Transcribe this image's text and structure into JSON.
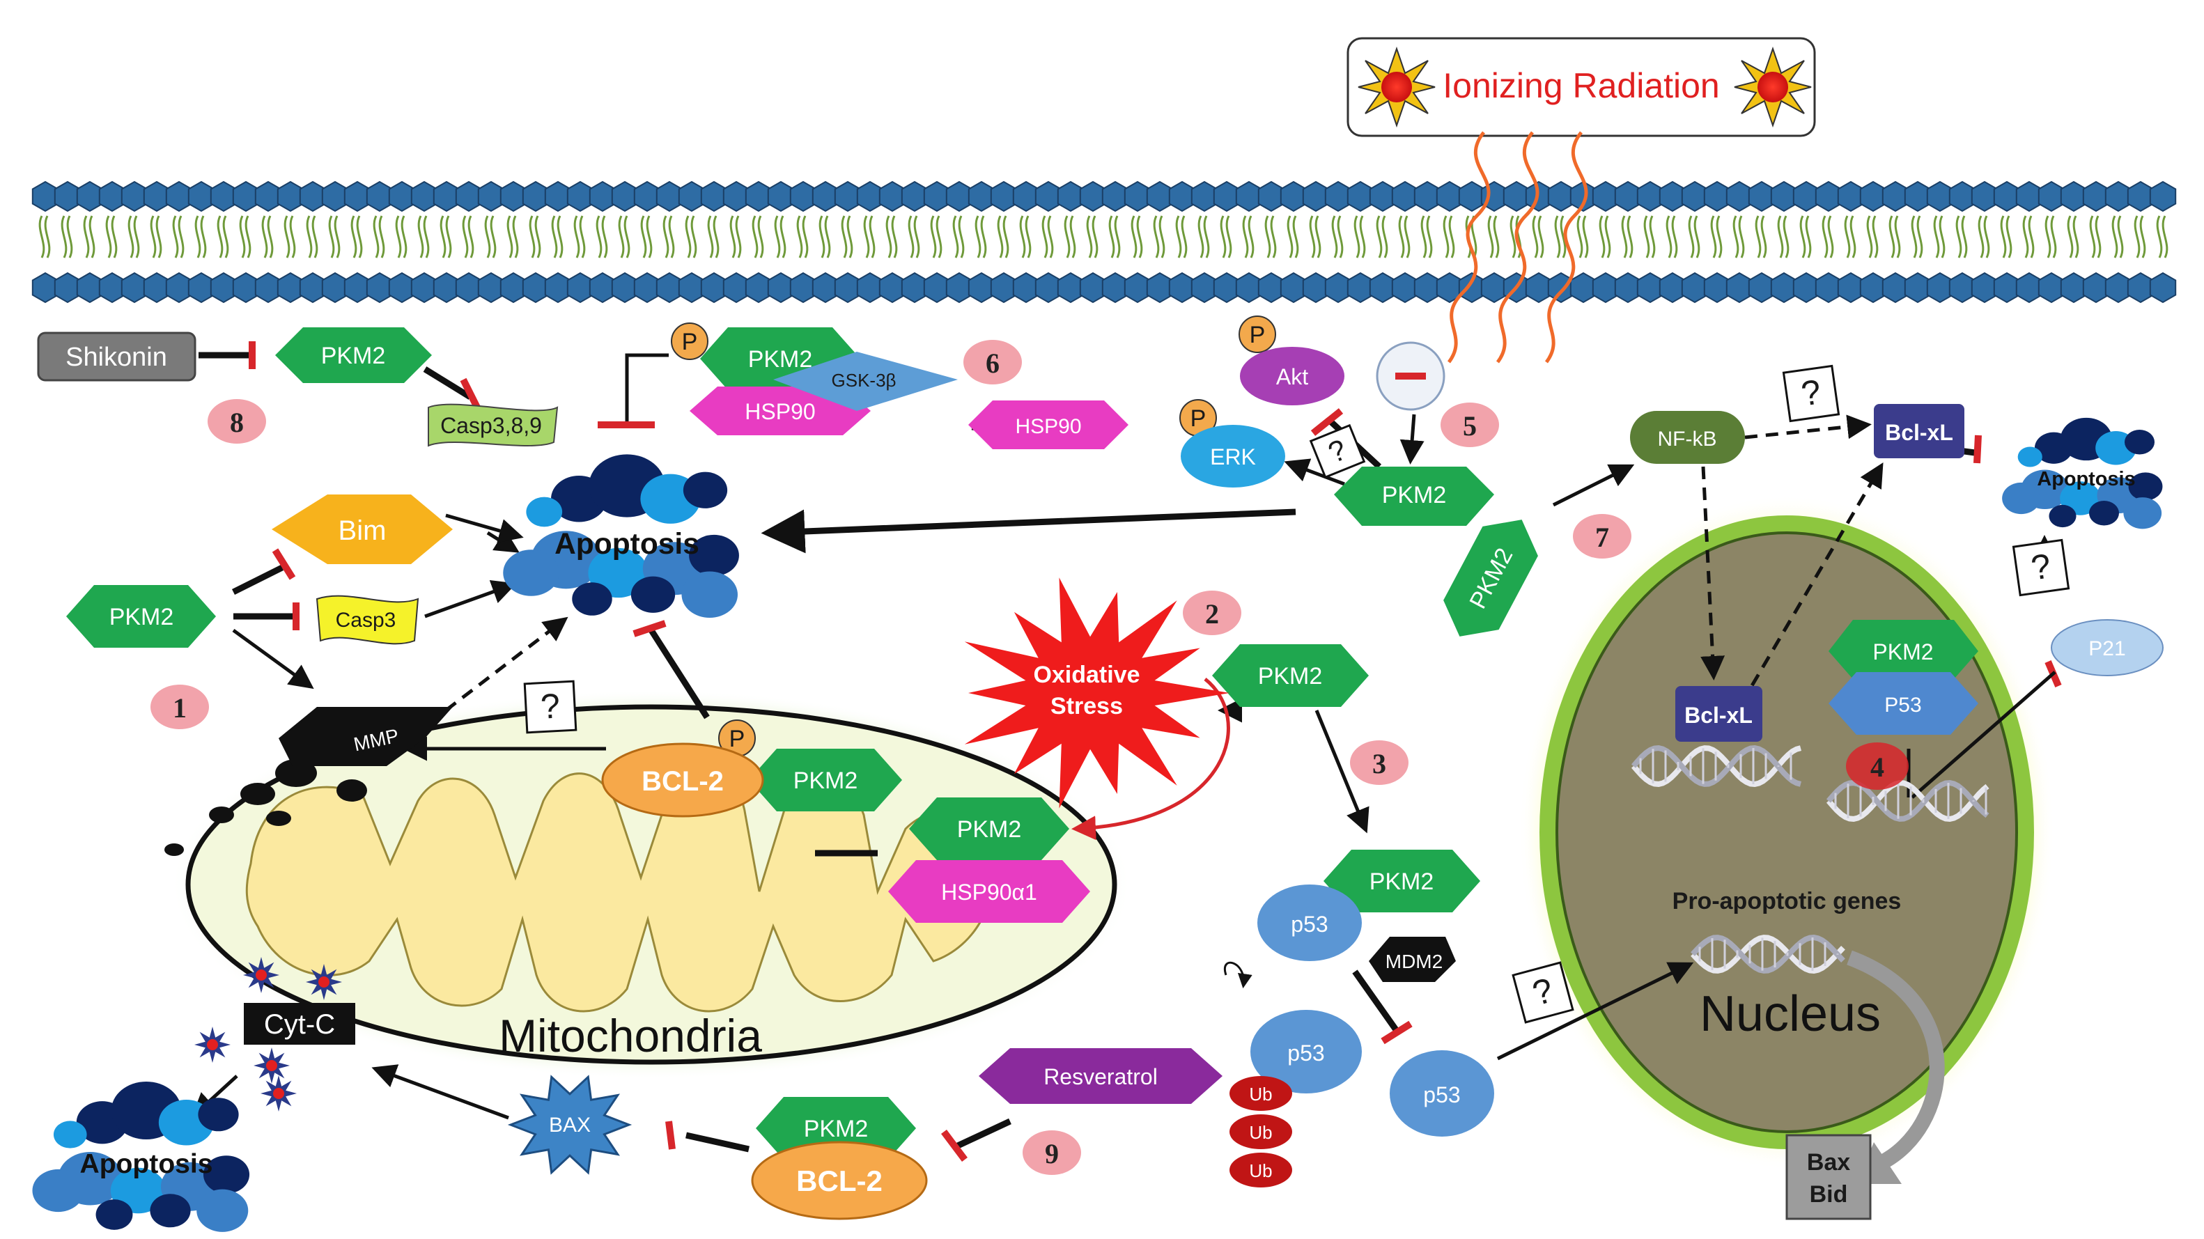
{
  "colors": {
    "pkm2": "#1fa74f",
    "inhibit": "#d7262b",
    "membrane_head": "#2e6ca4",
    "mito_fill": "#f3f8dc",
    "nucleus_fill": "#8c8566",
    "number_badge": "#f2a3ab",
    "stress": "#ef1c1c"
  },
  "labels": {
    "ionizing_radiation": "Ionizing Radiation",
    "shikonin": "Shikonin",
    "pkm2": "PKM2",
    "casp389": "Casp3,8,9",
    "p": "P",
    "gsk3b": "GSK-3β",
    "hsp90": "HSP90",
    "hsp90a1": "HSP90α1",
    "akt": "Akt",
    "erk": "ERK",
    "minus": "−",
    "question": "?",
    "nfkb": "NF-kB",
    "bclxl": "Bcl-xL",
    "apoptosis": "Apoptosis",
    "bim": "Bim",
    "casp3": "Casp3",
    "mmp": "MMP",
    "bcl2": "BCL-2",
    "oxidative_stress_1": "Oxidative",
    "oxidative_stress_2": "Stress",
    "p53_upper": "P53",
    "p53": "p53",
    "mdm2": "MDM2",
    "ub": "Ub",
    "p21": "P21",
    "pro_apoptotic_genes": "Pro-apoptotic genes",
    "nucleus": "Nucleus",
    "mitochondria": "Mitochondria",
    "cytc": "Cyt-C",
    "bax": "BAX",
    "resveratrol": "Resveratrol",
    "bax_bid_1": "Bax",
    "bax_bid_2": "Bid"
  },
  "numbers": [
    "1",
    "2",
    "3",
    "4",
    "5",
    "6",
    "7",
    "8",
    "9"
  ]
}
